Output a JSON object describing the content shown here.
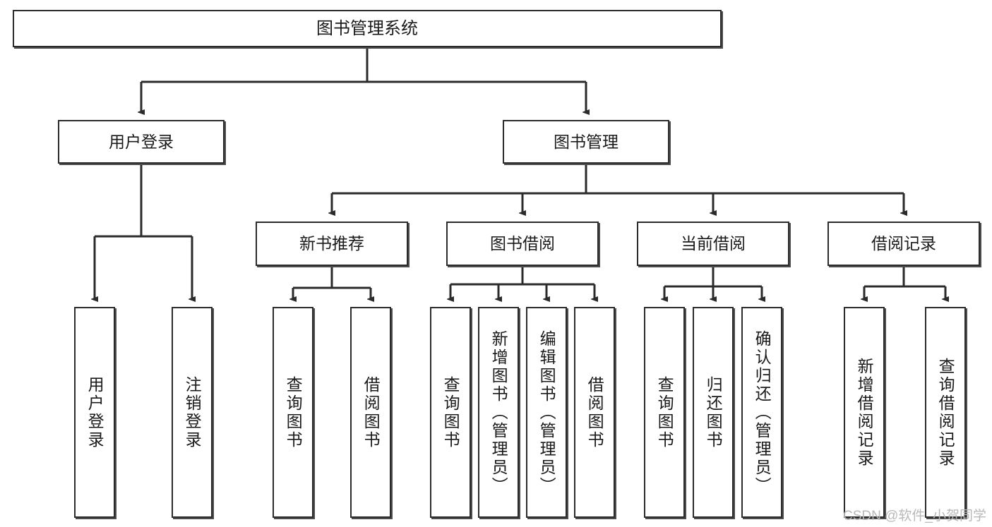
{
  "diagram": {
    "title": "图书管理系统",
    "watermark": "CSDN @软件_小贺同学",
    "nodes": {
      "root": {
        "label": "图书管理系统"
      },
      "level1": [
        {
          "label": "用户登录"
        },
        {
          "label": "图书管理"
        }
      ],
      "level2": [
        {
          "label": "新书推荐"
        },
        {
          "label": "图书借阅"
        },
        {
          "label": "当前借阅"
        },
        {
          "label": "借阅记录"
        }
      ],
      "leaves": {
        "user_login": [
          {
            "label": "用户登录"
          },
          {
            "label": "注销登录"
          }
        ],
        "new_book_recommend": [
          {
            "label": "查询图书"
          },
          {
            "label": "借阅图书"
          }
        ],
        "book_borrow": [
          {
            "label": "查询图书"
          },
          {
            "label": "新增图书（管理员）"
          },
          {
            "label": "编辑图书（管理员）"
          },
          {
            "label": "借阅图书"
          }
        ],
        "current_borrow": [
          {
            "label": "查询图书"
          },
          {
            "label": "归还图书"
          },
          {
            "label": "确认归还（管理员）"
          }
        ],
        "borrow_record": [
          {
            "label": "新增借阅记录"
          },
          {
            "label": "查询借阅记录"
          }
        ]
      }
    },
    "colors": {
      "stroke": "#2b2b2b",
      "fill": "#ffffff",
      "text": "#1a1a1a",
      "watermark": "#b9b9b9"
    }
  }
}
